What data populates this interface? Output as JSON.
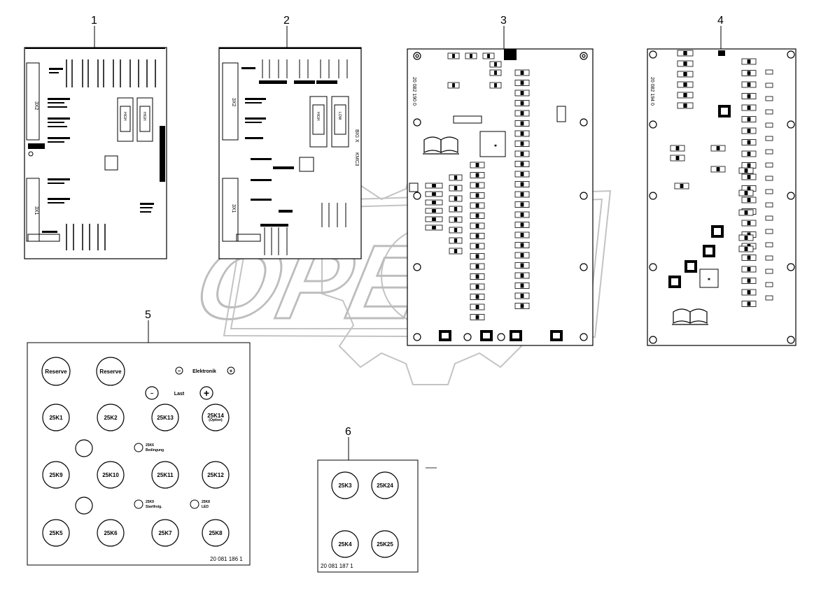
{
  "diagram": {
    "watermark": "OPEX",
    "callouts": [
      "1",
      "2",
      "3",
      "4",
      "5",
      "6"
    ],
    "panel1": {
      "connectors": [
        "3X2",
        "3X1"
      ],
      "switches": [
        "HIGH",
        "HIGH"
      ]
    },
    "panel2": {
      "connectors": [
        "3X2",
        "3X1"
      ],
      "switches": [
        "HIGH",
        "LOW"
      ],
      "side_text": "BIG X",
      "side_code": "KMC3"
    },
    "panel3": {
      "part_number": "20 082 190 0"
    },
    "panel4": {
      "part_number": "20 082 194 0"
    },
    "panel5": {
      "reserve_1": "Reserve",
      "reserve_2": "Reserve",
      "elektronik_label": "Elektronik",
      "minus_symbol": "−",
      "plus_symbol": "+",
      "last_label": "Last",
      "buttons_row1": [
        "25K1",
        "25K2",
        "25K13",
        "25K14"
      ],
      "button_row1_sub": "(Option)",
      "buttons_row2": [
        "25K9",
        "25K10",
        "25K11",
        "25K12"
      ],
      "buttons_row3": [
        "25K5",
        "25K6",
        "25K7",
        "25K8"
      ],
      "led_a": [
        "25K6",
        "Bedingung"
      ],
      "led_b": [
        "25K9",
        "Startfreig."
      ],
      "led_c": [
        "25K8",
        "LED"
      ],
      "part_number": "20 081 186 1"
    },
    "panel6": {
      "buttons": [
        "25K3",
        "25K24",
        "25K4",
        "25K25"
      ],
      "part_number": "20 081 187 1"
    }
  }
}
